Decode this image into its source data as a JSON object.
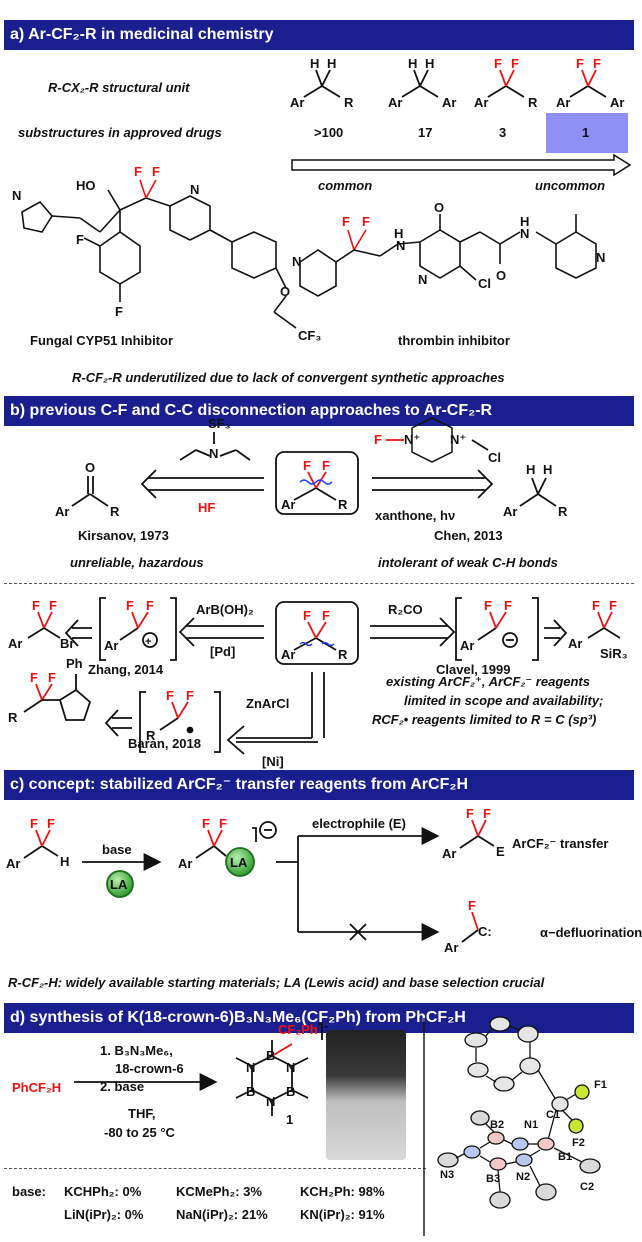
{
  "section_a": {
    "header": "a) Ar-CF₂-R in medicinal chemistry",
    "row1_label": "R-CX₂-R structural unit",
    "row2_label": "substructures in approved drugs",
    "units": [
      {
        "left": "Ar",
        "right": "R",
        "x_atoms": "H",
        "counts": ">100"
      },
      {
        "left": "Ar",
        "right": "Ar",
        "x_atoms": "H",
        "counts": "17"
      },
      {
        "left": "Ar",
        "right": "R",
        "x_atoms": "F",
        "counts": "3"
      },
      {
        "left": "Ar",
        "right": "Ar",
        "x_atoms": "F",
        "counts": "1"
      }
    ],
    "common": "common",
    "uncommon": "uncommon",
    "drug1_name": "Fungal CYP51 Inhibitor",
    "drug2_name": "thrombin inhibitor",
    "summary": "R-CF₂-R underutilized due to lack of convergent synthetic approaches"
  },
  "section_b": {
    "header": "b) previous C-F and C-C disconnection approaches to Ar-CF₂-R",
    "kirsanov": "Kirsanov, 1973",
    "kirsanov_note": "unreliable, hazardous",
    "hf": "HF",
    "sf3": "SF₃",
    "chen": "Chen, 2013",
    "chen_cond": "xanthone, hν",
    "chen_note": "intolerant of weak C-H bonds",
    "zhang": "Zhang, 2014",
    "arboh": "ArB(OH)₂",
    "pd": "[Pd]",
    "r2co": "R₂CO",
    "clavel": "Clavel, 1999",
    "sir3": "SiR₃",
    "br": "Br",
    "znarcl": "ZnArCl",
    "ni": "[Ni]",
    "baran": "Baran, 2018",
    "ph": "Ph",
    "note1": "existing ArCF₂⁺, ArCF₂⁻ reagents",
    "note2": "limited in scope and availability;",
    "note3": "RCF₂• reagents limited to R = C (sp³)"
  },
  "section_c": {
    "header": "c) concept: stabilized ArCF₂⁻ transfer reagents from ArCF₂H",
    "base": "base",
    "la": "LA",
    "electrophile": "electrophile (E)",
    "transfer": "ArCF₂⁻ transfer",
    "defluor": "α−defluorination",
    "summary": "R-CF₂-H: widely available starting materials; LA (Lewis acid) and base selection crucial"
  },
  "section_d": {
    "header": "d) synthesis of K(18-crown-6)B₃N₃Me₆(CF₂Ph) from PhCF₂H",
    "reactant": "PhCF₂H",
    "step1": "1. B₃N₃Me₆,",
    "step1b": "18-crown-6",
    "step2": "2. base",
    "solvent": "THF,",
    "temp": "-80 to 25 °C",
    "cf2ph": "CF₂Ph",
    "compound": "1",
    "base_label": "base:",
    "bases": [
      "KCHPh₂: 0%",
      "KCMePh₂: 3%",
      "KCH₂Ph: 98%",
      "LiN(iPr)₂: 0%",
      "NaN(iPr)₂: 21%",
      "KN(iPr)₂: 91%"
    ],
    "xray_labels": [
      "F1",
      "F2",
      "C1",
      "B2",
      "N1",
      "N3",
      "B1",
      "B3",
      "N2",
      "C2"
    ]
  }
}
